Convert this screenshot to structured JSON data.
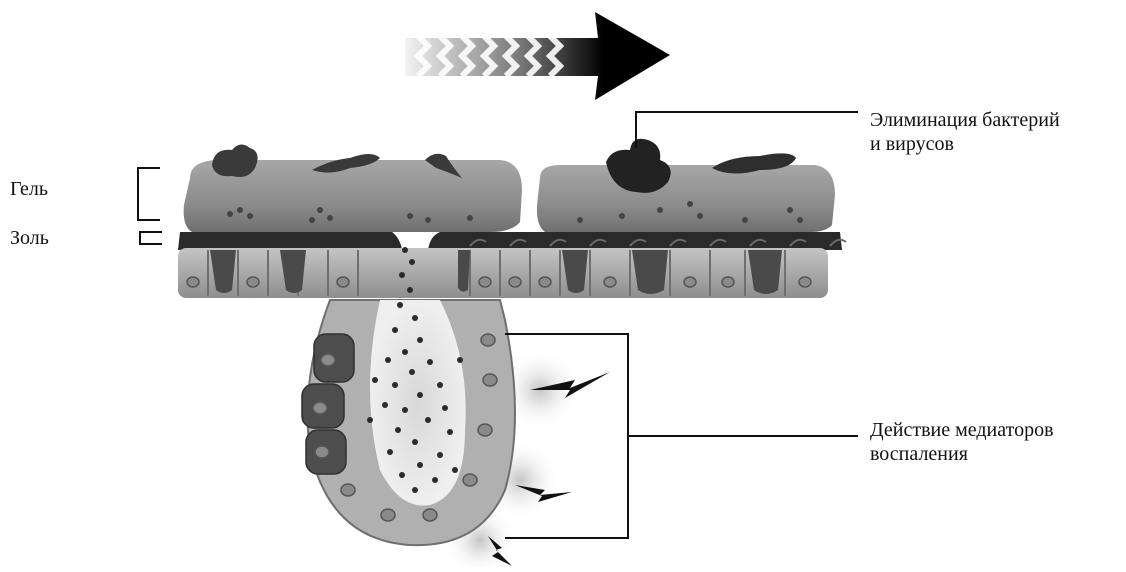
{
  "labels": {
    "gel": "Гель",
    "sol": "Золь",
    "elimination": {
      "line1": "Элиминация бактерий",
      "line2": "и вирусов"
    },
    "mediators": {
      "line1": "Действие медиаторов",
      "line2": "воспаления"
    }
  },
  "colors": {
    "background": "#ffffff",
    "mucus_gel": "#8f8f8f",
    "cells": "#a9a9a9",
    "goblet_cells": "#555555",
    "particles": "#2b2b2b",
    "arrow": "#000000",
    "lines": "#111111"
  }
}
